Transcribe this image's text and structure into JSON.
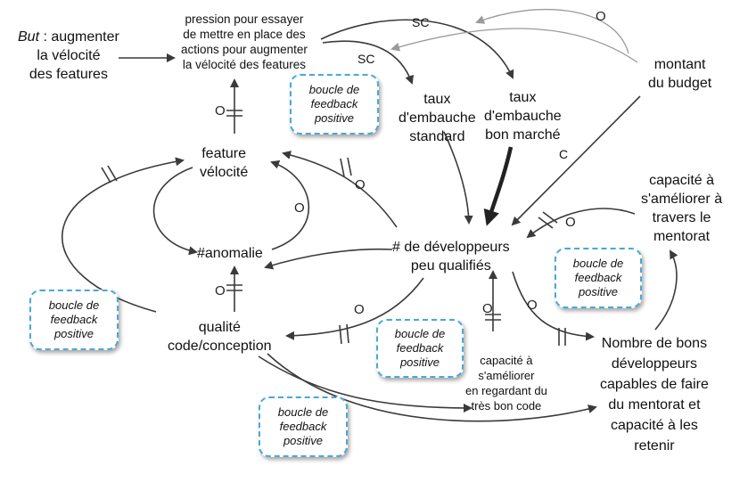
{
  "goal": {
    "label": "But",
    "lines": [
      ": augmenter",
      "la vélocité",
      "des features"
    ]
  },
  "nodes": {
    "pression": [
      "pression pour essayer",
      "de mettre en place des",
      "actions pour augmenter",
      "la vélocité des features"
    ],
    "taux_standard": [
      "taux",
      "d'embauche",
      "standard"
    ],
    "taux_marche": [
      "taux",
      "d'embauche",
      "bon marché"
    ],
    "budget": [
      "montant",
      "du budget"
    ],
    "feature_velocite": [
      "feature",
      "vélocité"
    ],
    "anomalie": [
      "#anomalie"
    ],
    "developpeurs": [
      "# de développeurs",
      "peu qualifiés"
    ],
    "capacite_mentorat": [
      "capacité à",
      "s'améliorer à",
      "travers le",
      "mentorat"
    ],
    "qualite": [
      "qualité",
      "code/conception"
    ],
    "capacite_code": [
      "capacité à",
      "s'améliorer",
      "en regardant du",
      "très bon code"
    ],
    "bons_dev": [
      "Nombre de bons",
      "développeurs",
      "capables de faire",
      "du mentorat et",
      "capacité à les",
      "retenir"
    ]
  },
  "loops": {
    "loop_top": [
      "boucle de",
      "feedback",
      "positive"
    ],
    "loop_left": [
      "boucle de",
      "feedback",
      "positive"
    ],
    "loop_right": [
      "boucle de",
      "feedback",
      "positive"
    ],
    "loop_center": [
      "boucle de",
      "feedback",
      "positive"
    ],
    "loop_bottom": [
      "boucle de",
      "feedback",
      "positive"
    ]
  },
  "labels": {
    "sc1": "SC",
    "sc2": "SC",
    "c": "C",
    "o": "O"
  },
  "colors": {
    "arrow": "#3a3a3a",
    "faint_arrow": "#9a9a9a",
    "loop_border": "#4aa8d8"
  }
}
